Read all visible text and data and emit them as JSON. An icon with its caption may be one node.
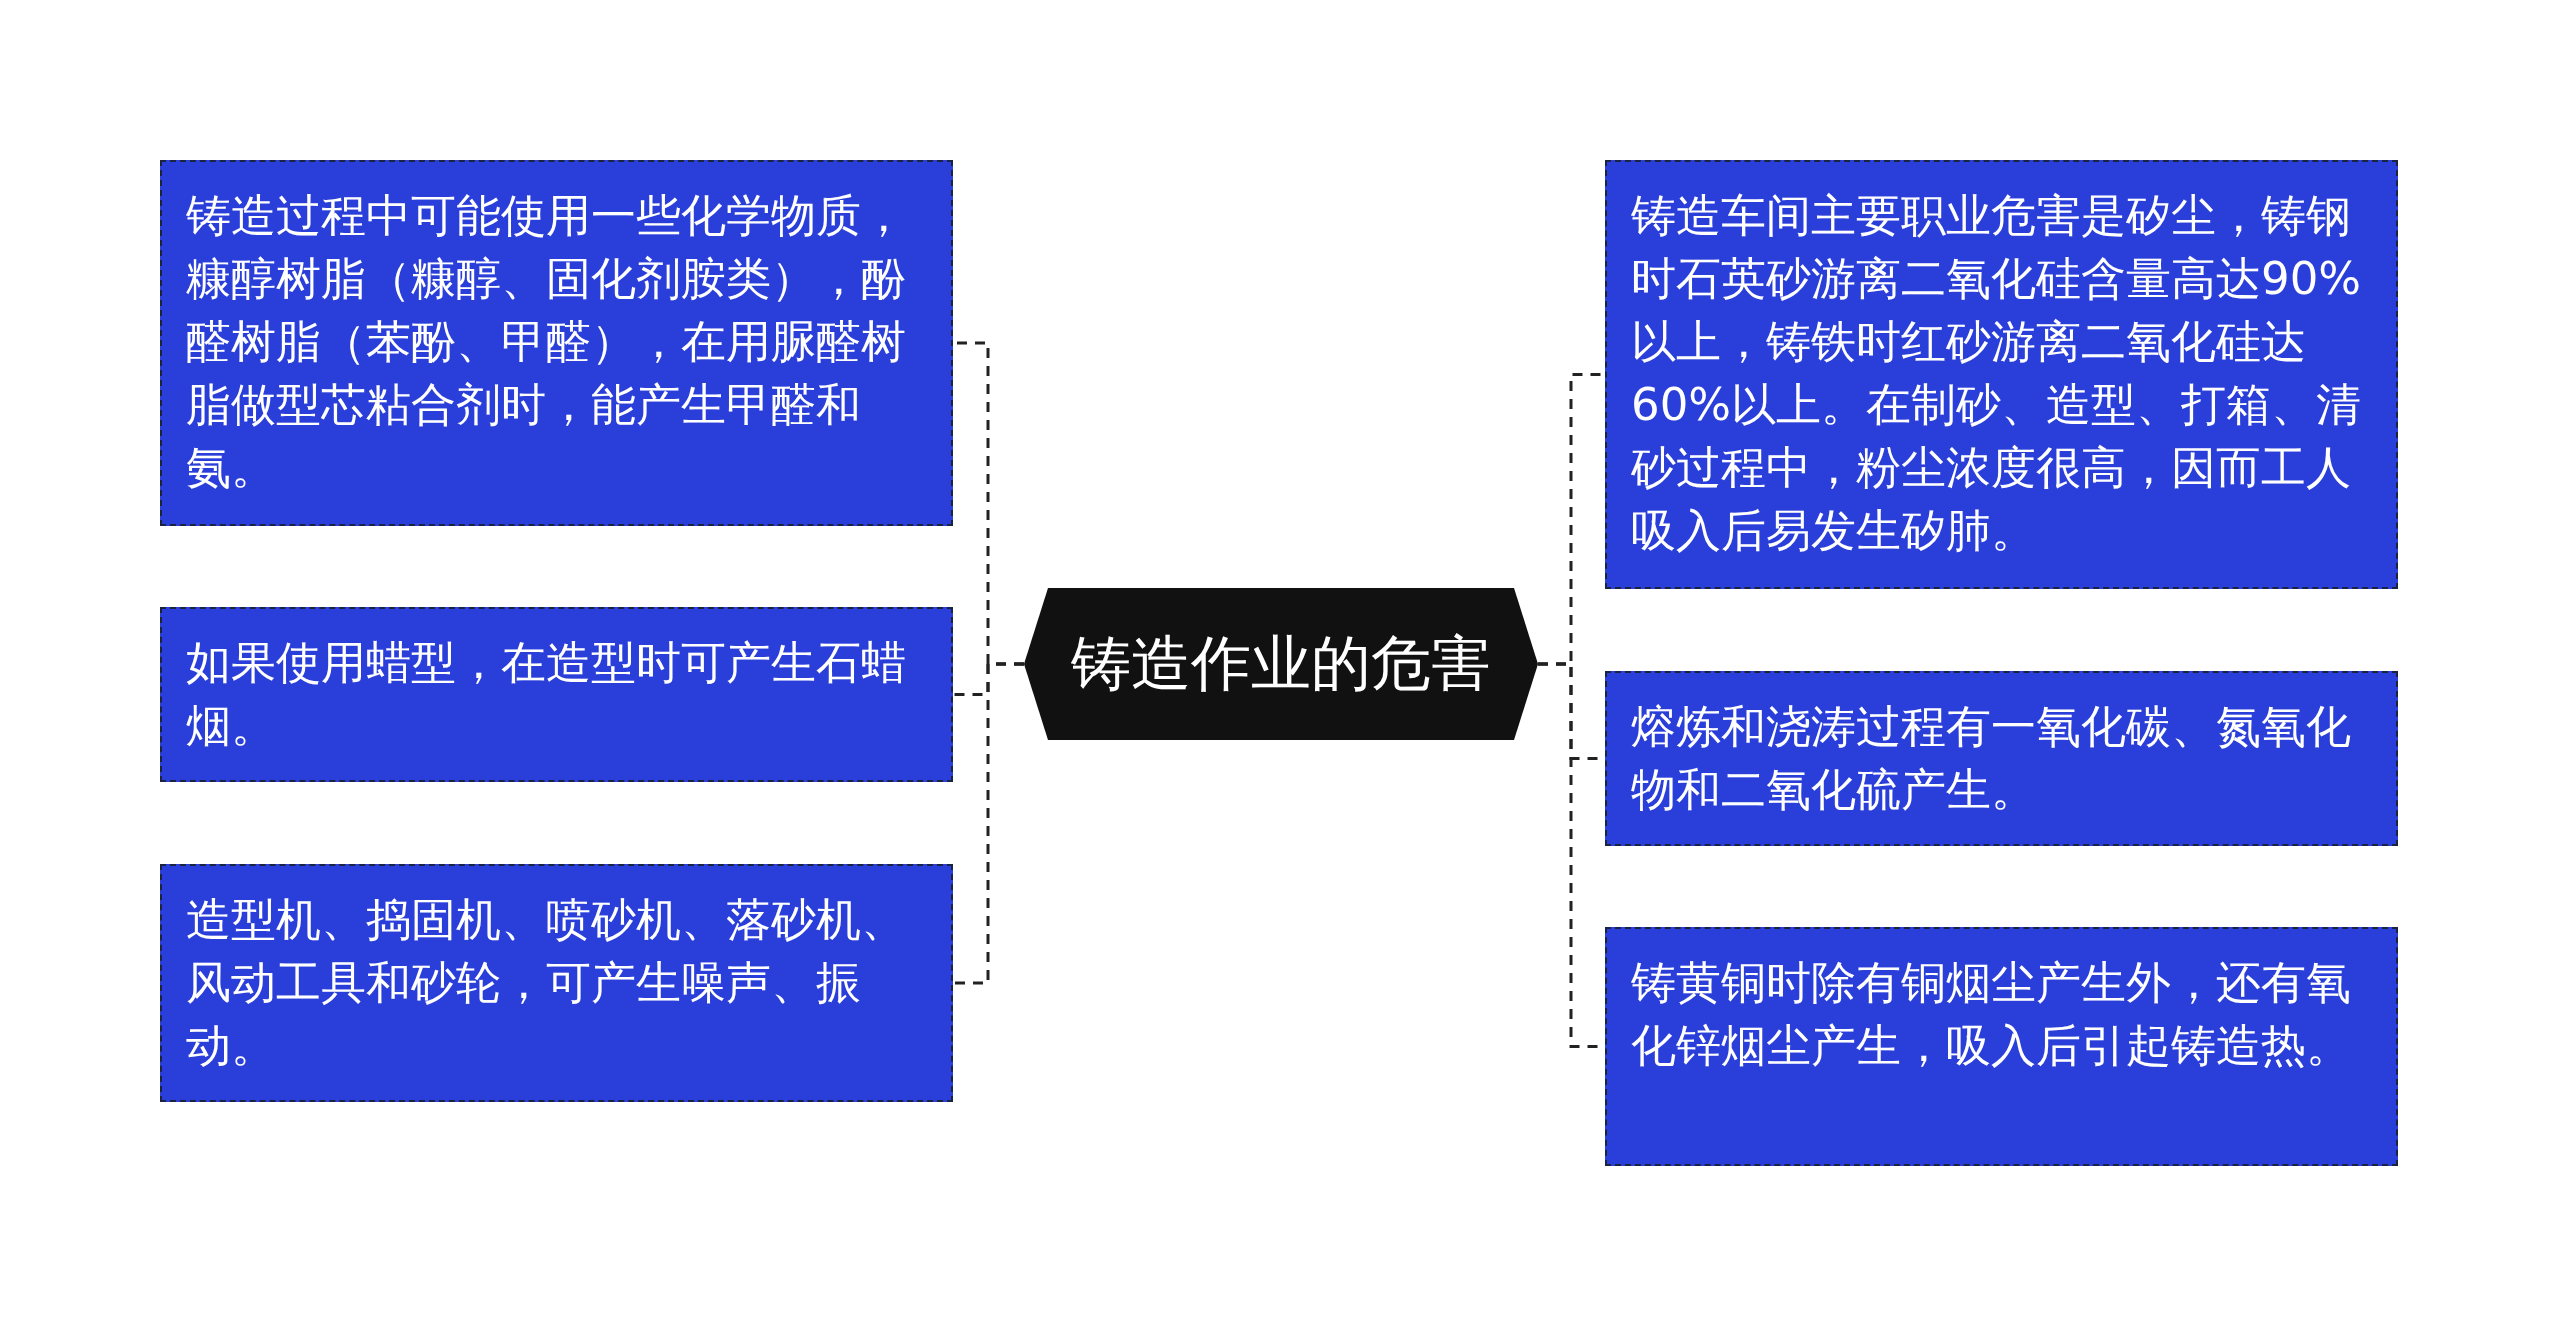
{
  "diagram": {
    "nodes": [
      {
        "text": [
          "铸造作业的危害"
        ]
      },
      {
        "text": [
          "铸造过程中可能使用一些化学物质，糠醇树脂（糠醇、固化剂胺类），酚醛树脂（苯酚、甲醛），在用脲醛树脂做型芯粘合剂时，能产生甲醛和氨。"
        ]
      },
      {
        "text": [
          "如果使用蜡型，在造型时可产生石蜡烟。"
        ]
      },
      {
        "text": [
          "造型机、捣固机、喷砂机、落砂机、风动工具和砂轮，可产生噪声、振动。"
        ]
      },
      {
        "text": [
          "铸造车间主要职业危害是矽尘，铸钢时石英砂游离二氧化硅含量高达90%以上，铸铁时红砂游离二氧化硅达60%以上。在制砂、造型、打箱、清砂过程中，粉尘浓度很高，因而工人吸入后易发生矽肺。"
        ]
      },
      {
        "text": [
          "熔炼和浇涛过程有一氧化碳、氮氧化物和二氧化硫产生。"
        ]
      },
      {
        "text": [
          "铸黄铜时除有铜烟尘产生外，还有氧化锌烟尘产生，吸入后引起铸造热。"
        ]
      }
    ],
    "edges": [
      {
        "from": 0,
        "to": 1,
        "arrow": "none",
        "style": "dashed"
      },
      {
        "from": 0,
        "to": 2,
        "arrow": "none",
        "style": "dashed"
      },
      {
        "from": 0,
        "to": 3,
        "arrow": "none",
        "style": "dashed"
      },
      {
        "from": 0,
        "to": 4,
        "arrow": "none",
        "style": "dashed"
      },
      {
        "from": 0,
        "to": 5,
        "arrow": "none",
        "style": "dashed"
      },
      {
        "from": 0,
        "to": 6,
        "arrow": "none",
        "style": "dashed"
      }
    ]
  }
}
